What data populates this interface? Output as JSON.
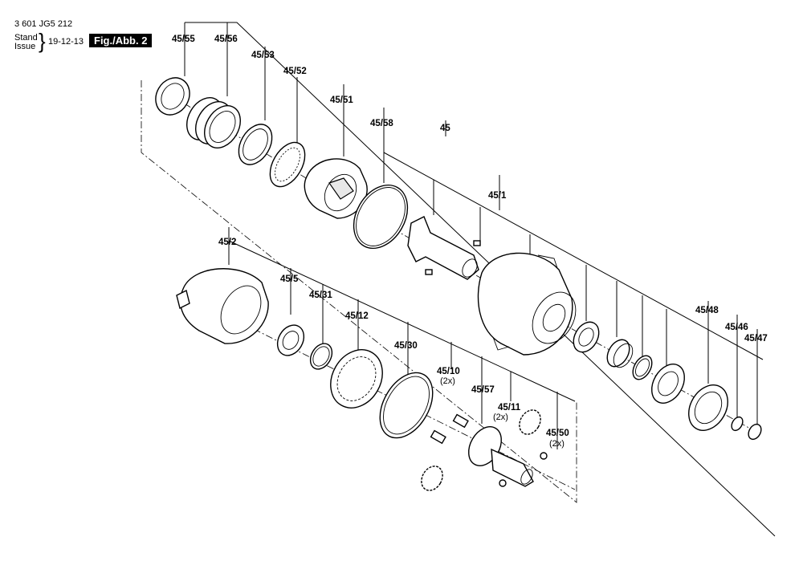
{
  "header": {
    "doc_number": "3 601 JG5 212",
    "stand": "Stand",
    "issue": "Issue",
    "date": "19-12-13",
    "fig_label": "Fig./Abb. 2"
  },
  "labels": {
    "p45_55": "45/55",
    "p45_56": "45/56",
    "p45_53": "45/53",
    "p45_52": "45/52",
    "p45_51": "45/51",
    "p45_58": "45/58",
    "p45": "45",
    "p45_1": "45/1",
    "p45_2": "45/2",
    "p45_5": "45/5",
    "p45_31": "45/31",
    "p45_12": "45/12",
    "p45_30": "45/30",
    "p45_10": "45/10",
    "p45_10_qty": "(2x)",
    "p45_57": "45/57",
    "p45_11": "45/11",
    "p45_11_qty": "(2x)",
    "p45_50": "45/50",
    "p45_50_qty": "(2x)",
    "p45_48": "45/48",
    "p45_46": "45/46",
    "p45_47": "45/47"
  }
}
